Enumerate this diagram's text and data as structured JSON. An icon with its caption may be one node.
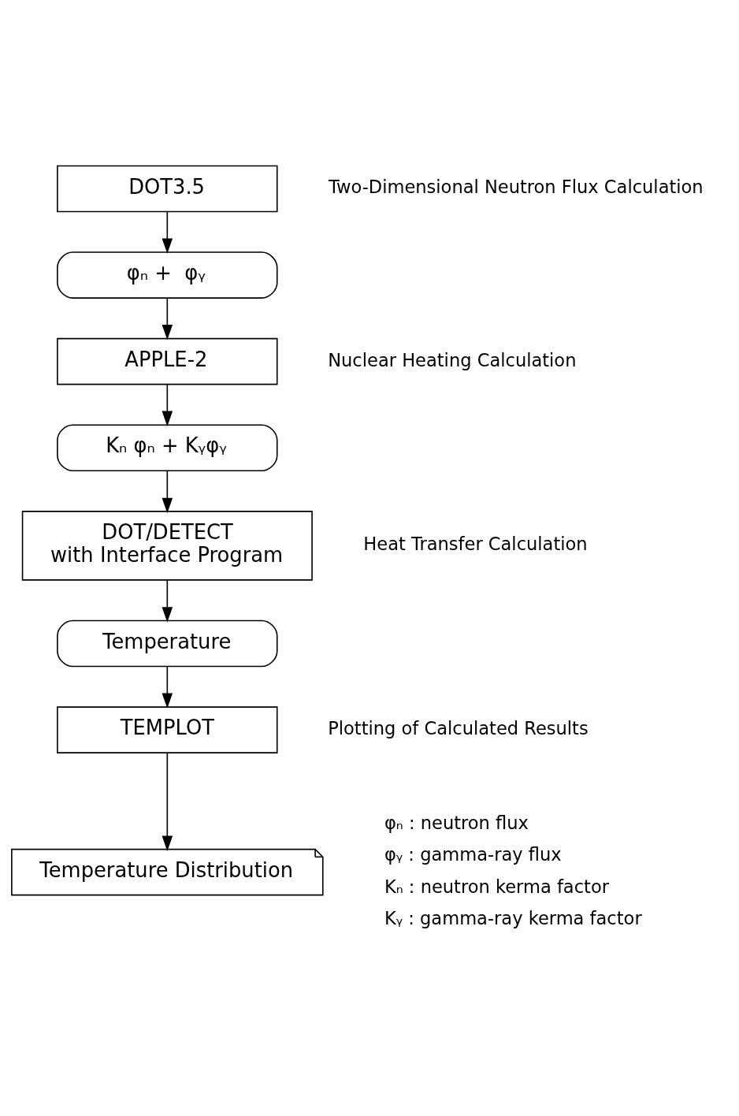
{
  "diagram": {
    "nodes": [
      {
        "text": [
          "DOT3.5"
        ],
        "beside": [
          "Two-Dimensional Neutron Flux Calculation"
        ]
      },
      {
        "text": [
          "φₙ +  φᵧ"
        ]
      },
      {
        "text": [
          "APPLE-2"
        ],
        "beside": [
          "Nuclear Heating Calculation"
        ]
      },
      {
        "text": [
          "Kₙ φₙ + Kᵧφᵧ"
        ]
      },
      {
        "text": [
          "DOT/DETECT",
          "with Interface Program"
        ],
        "beside": [
          "Heat Transfer Calculation"
        ]
      },
      {
        "text": [
          "Temperature"
        ]
      },
      {
        "text": [
          "TEMPLOT"
        ],
        "beside": [
          "Plotting of Calculated Results"
        ]
      },
      {
        "text": [
          "Temperature Distribution"
        ]
      }
    ],
    "edges": [
      {
        "from": 0,
        "to": 1,
        "arrow": "to"
      },
      {
        "from": 1,
        "to": 2,
        "arrow": "to"
      },
      {
        "from": 2,
        "to": 3,
        "arrow": "to"
      },
      {
        "from": 3,
        "to": 4,
        "arrow": "to"
      },
      {
        "from": 4,
        "to": 5,
        "arrow": "to"
      },
      {
        "from": 5,
        "to": 6,
        "arrow": "to"
      },
      {
        "from": 6,
        "to": 7,
        "arrow": "to"
      }
    ],
    "labels": [
      "φₙ : neutron flux",
      "φᵧ : gamma-ray flux",
      "Kₙ : neutron kerma factor",
      "Kᵧ : gamma-ray kerma factor"
    ]
  }
}
